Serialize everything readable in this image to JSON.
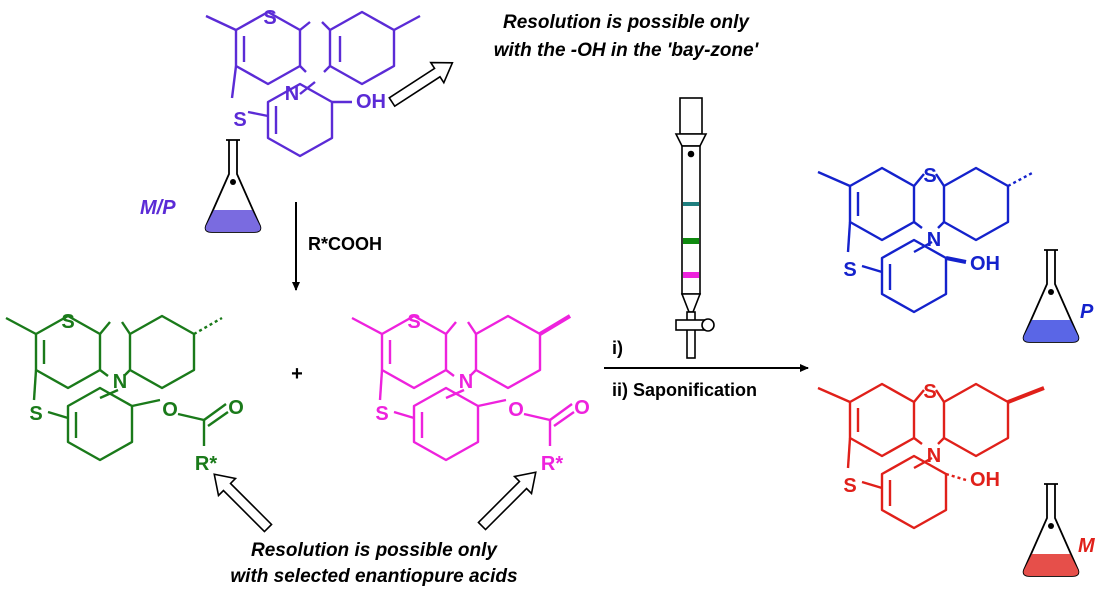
{
  "colors": {
    "racemate": "#5b2bd6",
    "diastereomer_green": "#1a7a1a",
    "diastereomer_magenta": "#ee22dd",
    "enantiomer_P": "#1422cc",
    "enantiomer_M": "#e0201a",
    "arrow": "#000000",
    "column_band_teal": "#1f7f7f",
    "column_band_green": "#0f8a0f",
    "column_band_magenta": "#ee22dd"
  },
  "notes": {
    "top_line1": "Resolution is possible only",
    "top_line2": "with the -OH in the 'bay-zone'",
    "bottom_line1": "Resolution is possible only",
    "bottom_line2": "with selected enantiopure acids"
  },
  "reagents": {
    "acid": "R*COOH",
    "step1": "i)",
    "step2": "ii) Saponification",
    "plus": "+"
  },
  "labels": {
    "racemate": "M/P",
    "enantiomer_P": "P",
    "enantiomer_M": "M"
  },
  "atoms": {
    "S": "S",
    "N": "N",
    "OH": "OH",
    "O": "O",
    "Rstar": "R*"
  },
  "icons": {
    "flask": "erlenmeyer-flask-icon",
    "column": "chromatography-column-icon",
    "hollow_arrow": "hollow-arrow-icon"
  }
}
